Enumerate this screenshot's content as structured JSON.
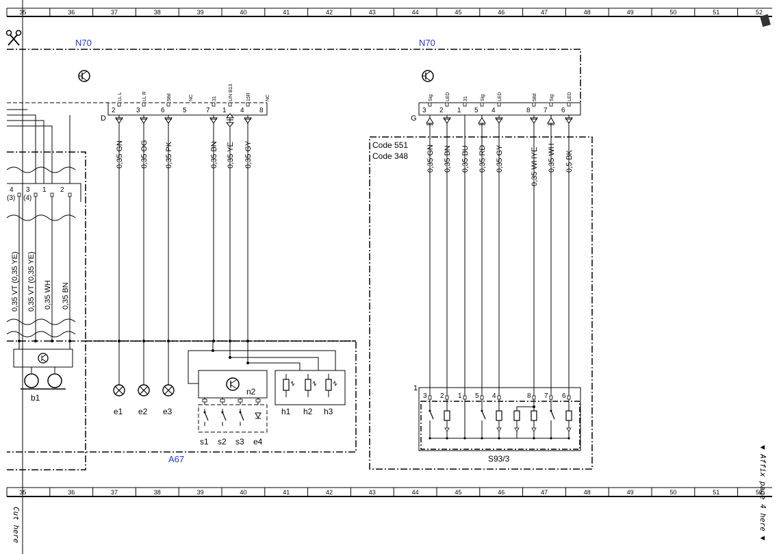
{
  "ruler": {
    "columns": [
      "35",
      "36",
      "37",
      "38",
      "39",
      "40",
      "41",
      "42",
      "43",
      "44",
      "45",
      "46",
      "47",
      "48",
      "49",
      "50",
      "51",
      "52"
    ]
  },
  "modules": {
    "n70_left": "N70",
    "n70_right": "N70",
    "a67": "A67",
    "s93": "S93/3"
  },
  "codes": [
    "Code 551",
    "Code 348"
  ],
  "connector_d": {
    "name": "D",
    "pins": [
      {
        "num": "2",
        "label": "LL L",
        "wire": "0,35 GN"
      },
      {
        "num": "3",
        "label": "LL R",
        "wire": "0,35 OG"
      },
      {
        "num": "6",
        "label": "58d",
        "wire": "0,35 PK"
      },
      {
        "num": "5",
        "label": "NC",
        "wire": ""
      },
      {
        "num": "7",
        "label": "31",
        "wire": "0,35 BN"
      },
      {
        "num": "1",
        "label": "LIN B13",
        "wire": "0,35 YE"
      },
      {
        "num": "4",
        "label": "15R",
        "wire": "0,35 GY"
      },
      {
        "num": "8",
        "label": "NC",
        "wire": ""
      }
    ]
  },
  "connector_g": {
    "name": "G",
    "pins": [
      {
        "num": "3",
        "label": "Sig",
        "wire": "0,35 GN"
      },
      {
        "num": "2",
        "label": "LED",
        "wire": "0,35 BN"
      },
      {
        "num": "1",
        "label": "31",
        "wire": "0,35 BU"
      },
      {
        "num": "5",
        "label": "Sig",
        "wire": "0,35 RD"
      },
      {
        "num": "4",
        "label": "LED",
        "wire": "0,35 GY"
      },
      {
        "num": "8",
        "label": "58d",
        "wire": "0,35 WHYE"
      },
      {
        "num": "7",
        "label": "Sig",
        "wire": "0,35 WH"
      },
      {
        "num": "6",
        "label": "LED",
        "wire": "0,5 BK"
      }
    ]
  },
  "s93_pins": [
    "3",
    "2",
    "1",
    "5",
    "4",
    "8",
    "7",
    "6"
  ],
  "s93_connector_num": "1",
  "left_connector": {
    "pins": [
      "4",
      "3",
      "1",
      "2"
    ],
    "subpins": [
      "(3)",
      "(4)"
    ],
    "wires": [
      "0,35 VT (0,35 YE)",
      "0,35 VT (0,35 YE)",
      "0,35 WH",
      "0,35 BN"
    ]
  },
  "components": {
    "lamps": [
      "e1",
      "e2",
      "e3"
    ],
    "switches": [
      "s1",
      "s2",
      "s3",
      "e4"
    ],
    "heaters": [
      "h1",
      "h2",
      "h3"
    ],
    "n2": "n2",
    "b1": "b1"
  },
  "margin_notes": {
    "affix": "▼ Affix page 4 here ▼",
    "cut": "Cut here"
  }
}
